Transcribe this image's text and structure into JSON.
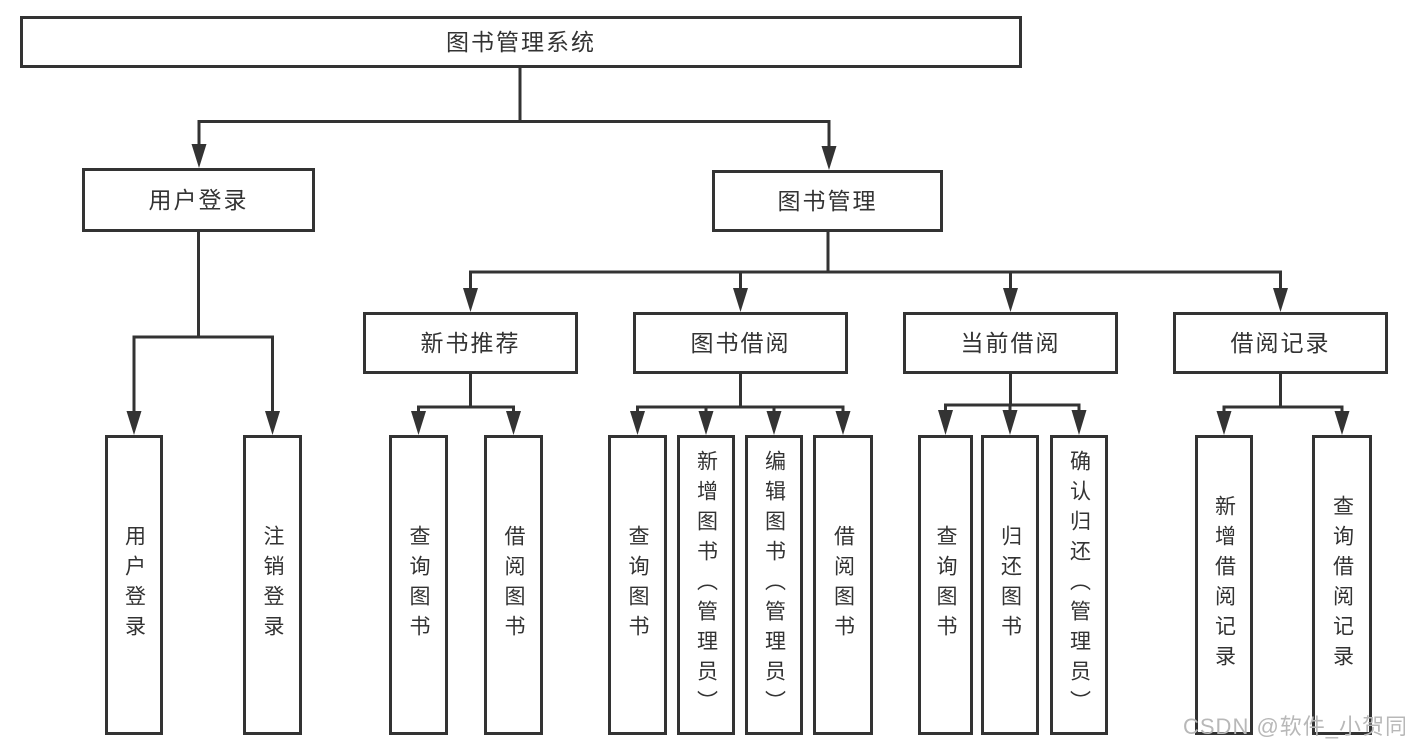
{
  "diagram": {
    "type": "hierarchy-tree",
    "root": {
      "label": "图书管理系统"
    },
    "branches": [
      {
        "label": "用户登录",
        "children": [
          {
            "label": "用户登录"
          },
          {
            "label": "注销登录"
          }
        ]
      },
      {
        "label": "图书管理",
        "children": [
          {
            "label": "新书推荐",
            "children": [
              {
                "label": "查询图书"
              },
              {
                "label": "借阅图书"
              }
            ]
          },
          {
            "label": "图书借阅",
            "children": [
              {
                "label": "查询图书"
              },
              {
                "label": "新增图书（管理员）"
              },
              {
                "label": "编辑图书（管理员）"
              },
              {
                "label": "借阅图书"
              }
            ]
          },
          {
            "label": "当前借阅",
            "children": [
              {
                "label": "查询图书"
              },
              {
                "label": "归还图书"
              },
              {
                "label": "确认归还（管理员）"
              }
            ]
          },
          {
            "label": "借阅记录",
            "children": [
              {
                "label": "新增借阅记录"
              },
              {
                "label": "查询借阅记录"
              }
            ]
          }
        ]
      }
    ]
  },
  "watermark": {
    "text": "CSDN @软件_小贺同学"
  },
  "colors": {
    "line": "#333333",
    "box_border": "#333333",
    "text": "#333333",
    "watermark": "#b8b8b8",
    "background": "#ffffff"
  }
}
